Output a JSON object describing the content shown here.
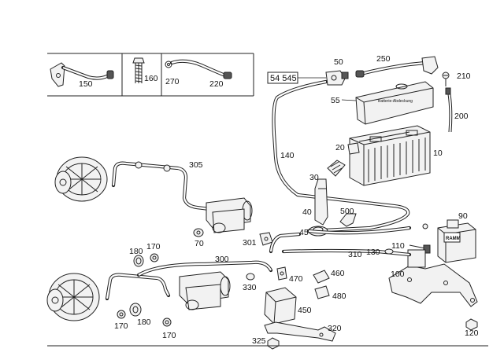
{
  "reference_box": "54 545",
  "callouts": {
    "c10": "10",
    "c20": "20",
    "c30": "30",
    "c40": "40",
    "c45": "45",
    "c50": "50",
    "c55": "55",
    "c70": "70",
    "c90": "90",
    "c100": "100",
    "c110": "110",
    "c120": "120",
    "c130": "130",
    "c140": "140",
    "c150": "150",
    "c160": "160",
    "c170a": "170",
    "c170b": "170",
    "c170c": "170",
    "c180a": "180",
    "c180b": "180",
    "c200": "200",
    "c210": "210",
    "c220": "220",
    "c250": "250",
    "c270": "270",
    "c300": "300",
    "c301": "301",
    "c305": "305",
    "c310": "310",
    "c320": "320",
    "c325": "325",
    "c330": "330",
    "c450": "450",
    "c460": "460",
    "c470": "470",
    "c480": "480",
    "c500": "500"
  },
  "labels": {
    "battery_brand": "RAMM",
    "battery_cover_text": "Batterie-Abdeckung"
  },
  "colors": {
    "line": "#222222",
    "background": "#ffffff"
  }
}
